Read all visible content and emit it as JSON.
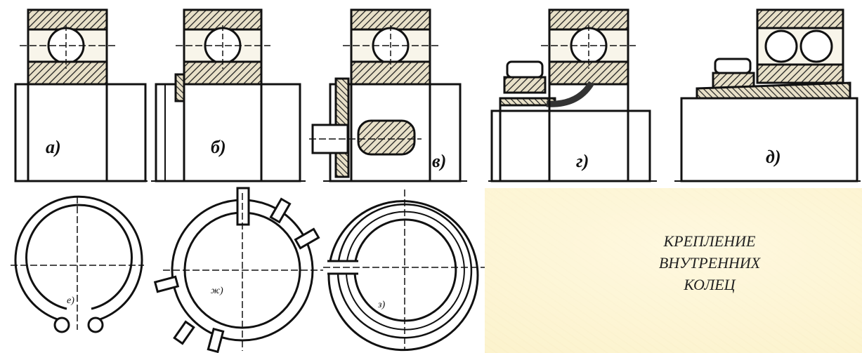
{
  "title": {
    "lines": [
      "КРЕПЛЕНИЕ",
      "ВНУТРЕННИХ",
      "КОЛЕЦ"
    ]
  },
  "figures": [
    {
      "label": "а)"
    },
    {
      "label": "б)"
    },
    {
      "label": "в)"
    },
    {
      "label": "г)"
    },
    {
      "label": "д)"
    },
    {
      "label": "е)"
    },
    {
      "label": "ж)"
    },
    {
      "label": "з)"
    }
  ],
  "colors": {
    "background": "#fbf0c4",
    "ink": "#111111",
    "hatch": "#222222"
  }
}
